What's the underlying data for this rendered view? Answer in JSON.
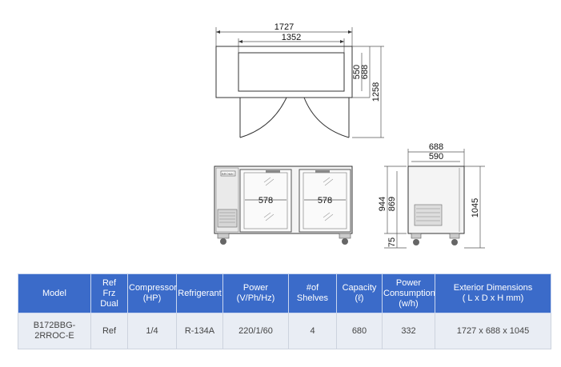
{
  "dimensions": {
    "top_view": {
      "overall_width": "1727",
      "interior_width": "1352",
      "interior_depth": "550",
      "depth": "688",
      "door_swing_depth": "1258"
    },
    "front_view": {
      "left_door_width": "578",
      "right_door_width": "578",
      "height_944": "944",
      "height_869": "869",
      "leg_height": "75"
    },
    "side_view": {
      "depth": "688",
      "inner_depth": "590",
      "height": "1045"
    },
    "badge": "BROMIC"
  },
  "table": {
    "headers": [
      "Model",
      "Ref\nFrz\nDual",
      "Compressor\n(HP)",
      "Refrigerant",
      "Power\n(V/Ph/Hz)",
      "#of\nShelves",
      "Capacity\n(ℓ)",
      "Power\nConsumption\n(w/h)",
      "Exterior Dimensions\n( L x D x H mm)"
    ],
    "rows": [
      [
        "B172BBG-2RROC-E",
        "Ref",
        "1/4",
        "R-134A",
        "220/1/60",
        "4",
        "680",
        "332",
        "1727 x 688 x 1045"
      ]
    ]
  }
}
